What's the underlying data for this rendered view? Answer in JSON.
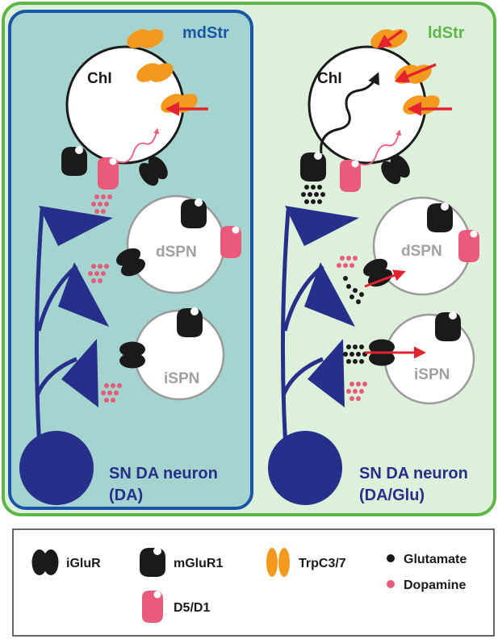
{
  "panels": {
    "left": {
      "title": "mdStr",
      "title_color": "#1a56a8",
      "neuron_line1": "SN DA neuron",
      "neuron_line2": "(DA)"
    },
    "right": {
      "title": "ldStr",
      "title_color": "#5fb548",
      "neuron_line1": "SN DA neuron",
      "neuron_line2": "(DA/Glu)"
    }
  },
  "cells": {
    "chi": "ChI",
    "dspn": "dSPN",
    "ispn": "iSPN"
  },
  "legend": {
    "iglur": "iGluR",
    "mglur1": "mGluR1",
    "trpc": "TrpC3/7",
    "glutamate": "Glutamate",
    "dopamine": "Dopamine",
    "d5d1": "D5/D1"
  },
  "colors": {
    "neuron": "#26308a",
    "dopamine": "#ea5a7b",
    "trpc": "#f39a1e",
    "arrow": "#e5232e",
    "receptor": "#1a1a1a"
  }
}
